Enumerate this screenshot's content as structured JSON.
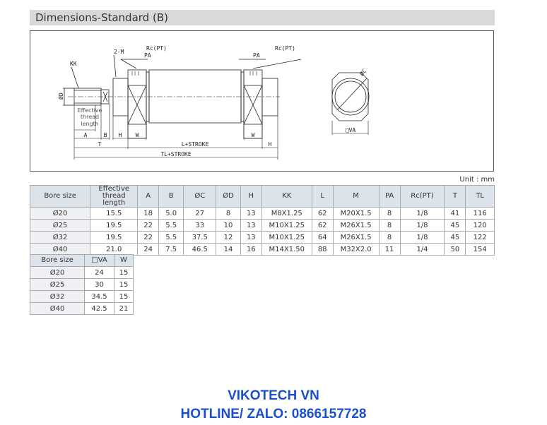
{
  "title": "Dimensions-Standard (B)",
  "diagram": {
    "kk": "KK",
    "m": "2-M",
    "pa": "PA",
    "rc": "Rc(PT)",
    "d": "ØD",
    "c": "ØC",
    "eff1": "Effective",
    "eff2": "thread",
    "eff3": "length",
    "a": "A",
    "b": "B",
    "h": "H",
    "w": "W",
    "t": "T",
    "l": "L+STROKE",
    "tl": "TL+STROKE",
    "va": "□VA"
  },
  "unit": "Unit : mm",
  "table1": {
    "headers": [
      "Bore size",
      "Effective thread length",
      "A",
      "B",
      "ØC",
      "ØD",
      "H",
      "KK",
      "L",
      "M",
      "PA",
      "Rc(PT)",
      "T",
      "TL"
    ],
    "rows": [
      [
        "Ø20",
        "15.5",
        "18",
        "5.0",
        "27",
        "8",
        "13",
        "M8X1.25",
        "62",
        "M20X1.5",
        "8",
        "1/8",
        "41",
        "116"
      ],
      [
        "Ø25",
        "19.5",
        "22",
        "5.5",
        "33",
        "10",
        "13",
        "M10X1.25",
        "62",
        "M26X1.5",
        "8",
        "1/8",
        "45",
        "120"
      ],
      [
        "Ø32",
        "19.5",
        "22",
        "5.5",
        "37.5",
        "12",
        "13",
        "M10X1.25",
        "64",
        "M26X1.5",
        "8",
        "1/8",
        "45",
        "122"
      ],
      [
        "Ø40",
        "21.0",
        "24",
        "7.5",
        "46.5",
        "14",
        "16",
        "M14X1.50",
        "88",
        "M32X2.0",
        "11",
        "1/4",
        "50",
        "154"
      ]
    ]
  },
  "table2": {
    "headers": [
      "Bore size",
      "□VA",
      "W"
    ],
    "rows": [
      [
        "Ø20",
        "24",
        "15"
      ],
      [
        "Ø25",
        "30",
        "15"
      ],
      [
        "Ø32",
        "34.5",
        "15"
      ],
      [
        "Ø40",
        "42.5",
        "21"
      ]
    ]
  },
  "footer": {
    "line1": "VIKOTECH VN",
    "line2": "HOTLINE/ ZALO: 0866157728"
  }
}
